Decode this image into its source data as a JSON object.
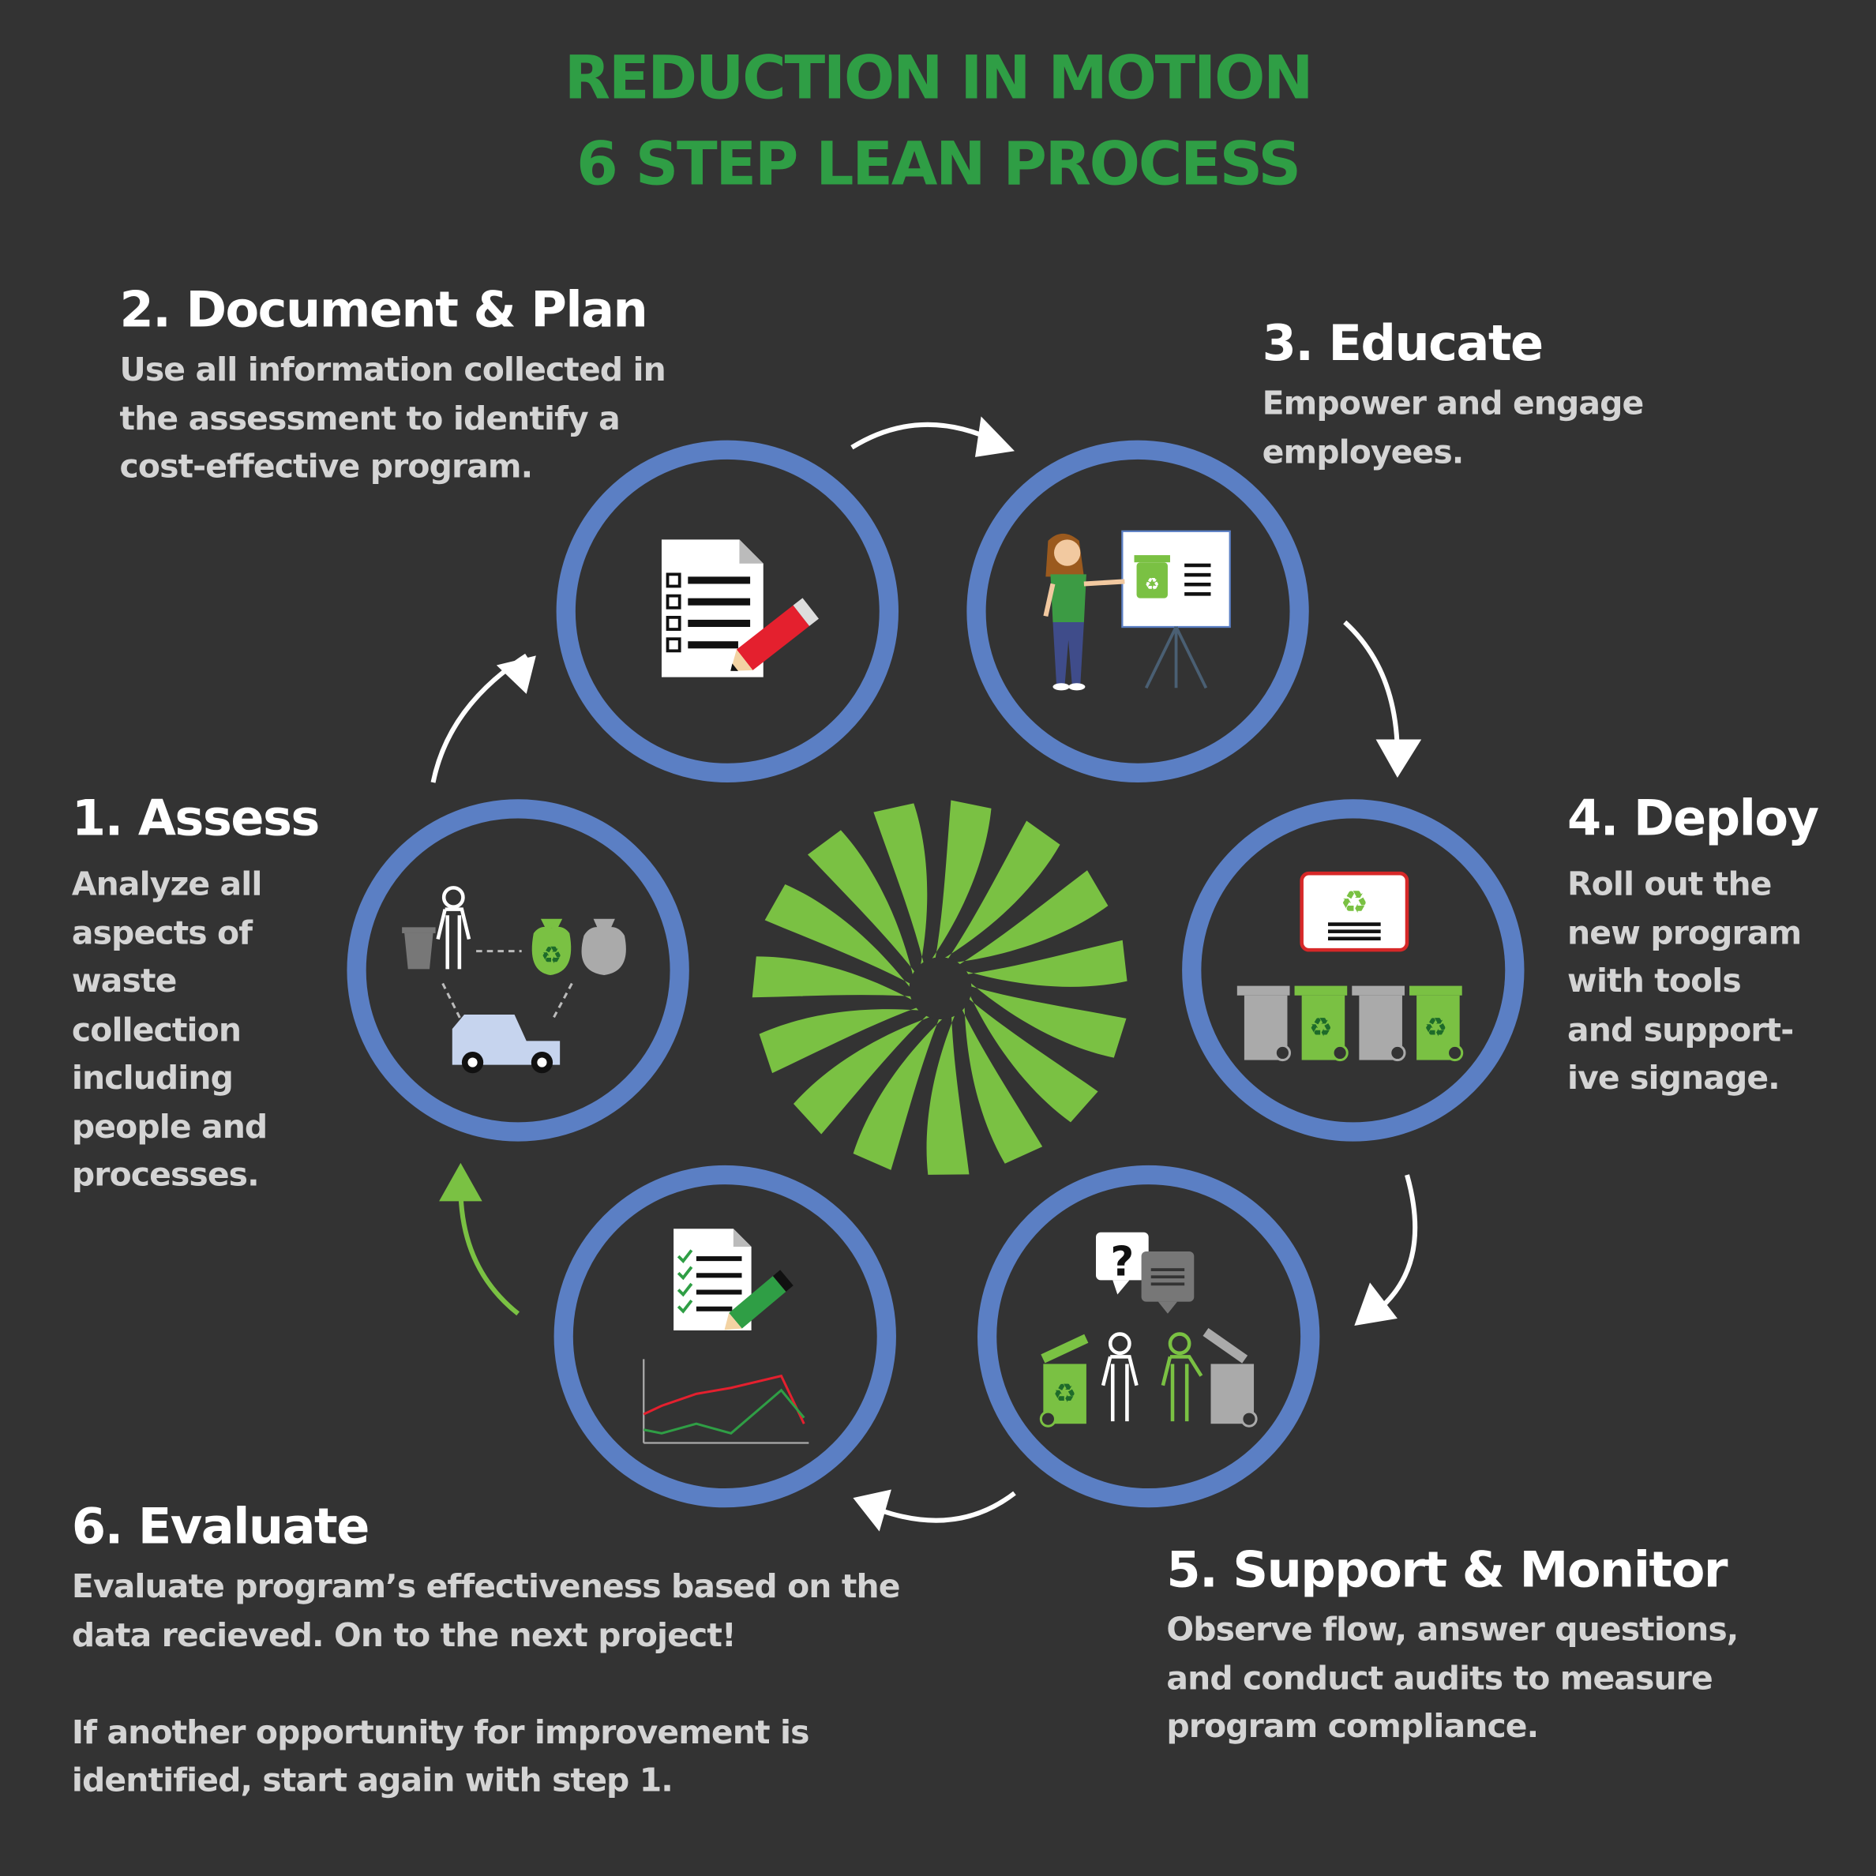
{
  "header": {
    "line1": "REDUCTION IN MOTION",
    "line2": "6 STEP LEAN PROCESS"
  },
  "colors": {
    "background": "#333333",
    "title_green": "#2f9e45",
    "ring_blue": "#5b7fc4",
    "logo_green": "#7ac143",
    "arrow_white": "#ffffff",
    "arrow_green": "#7ac143"
  },
  "steps": [
    {
      "title": "1. Assess",
      "description": "Analyze  all\naspects of\nwaste\ncollection\nincluding\npeople and\nprocesses.",
      "icon": "waste-assessment-icon"
    },
    {
      "title": "2. Document & Plan",
      "description": "Use all information collected in\nthe assessment to identify a\ncost-effective program.",
      "icon": "checklist-pencil-icon"
    },
    {
      "title": "3. Educate",
      "description": "Empower and engage\nemployees.",
      "icon": "presenter-whiteboard-icon"
    },
    {
      "title": "4. Deploy",
      "description": "Roll out the\nnew program\nwith tools\nand support-\nive signage.",
      "icon": "bins-signage-icon"
    },
    {
      "title": "5. Support & Monitor",
      "description": "Observe flow, answer questions,\nand conduct audits to measure\nprogram compliance.",
      "icon": "people-questions-bins-icon"
    },
    {
      "title": "6. Evaluate",
      "description": "Evaluate program’s effectiveness based on the\ndata recieved.  On to the next project!\n\nIf another opportunity for improvement is\nidentified, start again with step 1.",
      "icon": "report-chart-icon"
    }
  ],
  "center_logo": "green-swirl-logo-icon"
}
